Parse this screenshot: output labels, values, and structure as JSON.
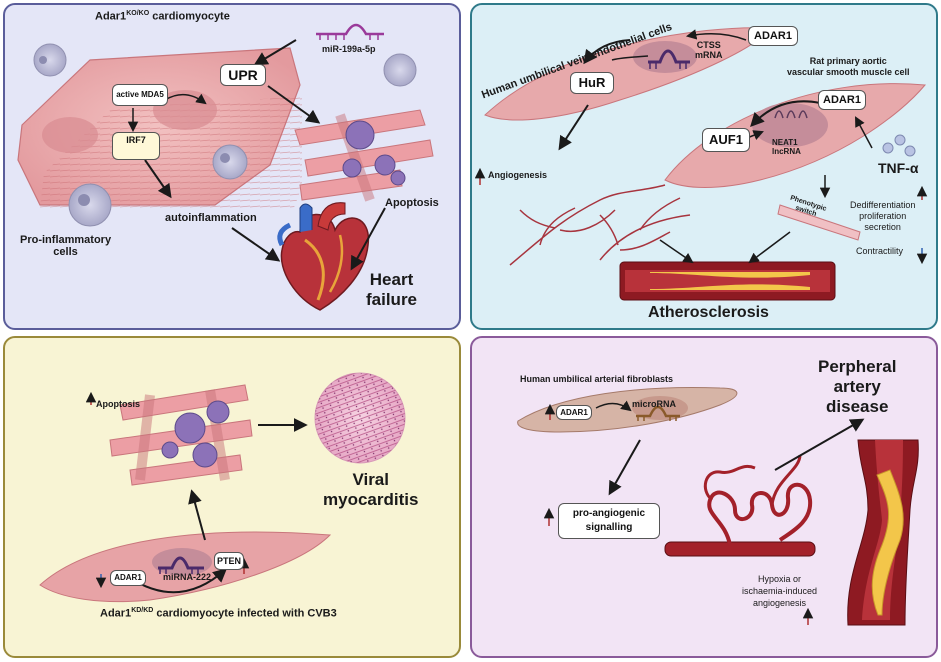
{
  "panels": {
    "heart_failure": {
      "cell_title_prefix": "Adar1",
      "cell_title_sup": "KO/KO",
      "cell_title_suffix": " cardiomyocyte",
      "mirna": "miR-199a-5p",
      "upr": "UPR",
      "mda5": "active MDA5",
      "irf7": "IRF7",
      "autoinflammation": "autoinflammation",
      "pro_inflammatory": "Pro-inflammatory\ncells",
      "apoptosis": "Apoptosis",
      "outcome": "Heart\nfailure"
    },
    "atherosclerosis": {
      "huvec": "Human umbilical vein endothelial cells",
      "adar1_top": "ADAR1",
      "ctss": "CTSS\nmRNA",
      "hur": "HuR",
      "rat_cell": "Rat primary aortic\nvascular smooth muscle cell",
      "adar1_mid": "ADAR1",
      "auf1": "AUF1",
      "neat1": "NEAT1\nlncRNA",
      "tnf": "TNF-α",
      "angiogenesis": "Angiogenesis",
      "phenotypic": "Phenotypic\nswitch",
      "dediff": "Dedifferentiation\nproliferation\nsecretion",
      "contractility": "Contractility",
      "outcome": "Atherosclerosis"
    },
    "myocarditis": {
      "apoptosis": "Apoptosis",
      "adar1": "ADAR1",
      "mirna": "miRNA-222",
      "pten": "PTEN",
      "cell_title_prefix": "Adar1",
      "cell_title_sup": "KD/KD",
      "cell_title_suffix": " cardiomyocyte infected with CVB3",
      "outcome": "Viral\nmyocarditis"
    },
    "pad": {
      "fibroblasts": "Human umbilical arterial fibroblasts",
      "adar1": "ADAR1",
      "microrna": "microRNA",
      "pro_angio": "pro-angiogenic\nsignalling",
      "hypoxia": "Hypoxia or\nischaemia-induced\nangiogenesis",
      "outcome": "Perpheral\nartery\ndisease"
    }
  },
  "colors": {
    "panel1_bg": "#e4e6f7",
    "panel2_bg": "#dceff6",
    "panel3_bg": "#f8f4d4",
    "panel4_bg": "#f2e4f5",
    "up_arrow": "#b03030",
    "down_arrow": "#3060b0",
    "cell_pink": "#e7a3a6",
    "vessel_red": "#a3212a",
    "plaque_yellow": "#f3c64a"
  }
}
